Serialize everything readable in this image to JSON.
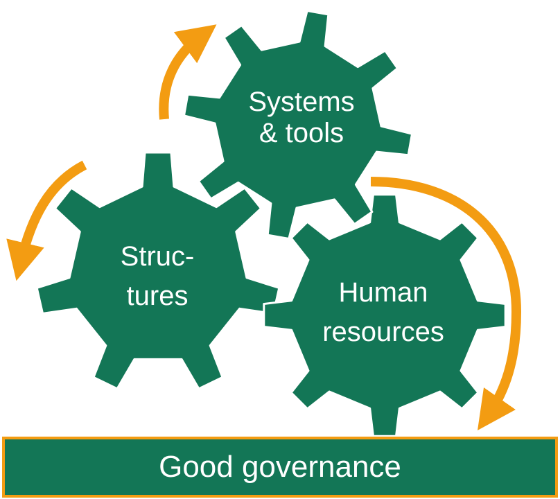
{
  "colors": {
    "gear": "#137656",
    "arrow": "#f39c12",
    "banner_fill": "#137656",
    "banner_border": "#f39c12",
    "text": "#ffffff"
  },
  "gears": {
    "systems": {
      "line1": "Systems",
      "line2": "& tools"
    },
    "structures": {
      "line1": "Struc-",
      "line2": "tures"
    },
    "human": {
      "line1": "Human",
      "line2": "resources"
    }
  },
  "banner": {
    "label": "Good governance"
  }
}
